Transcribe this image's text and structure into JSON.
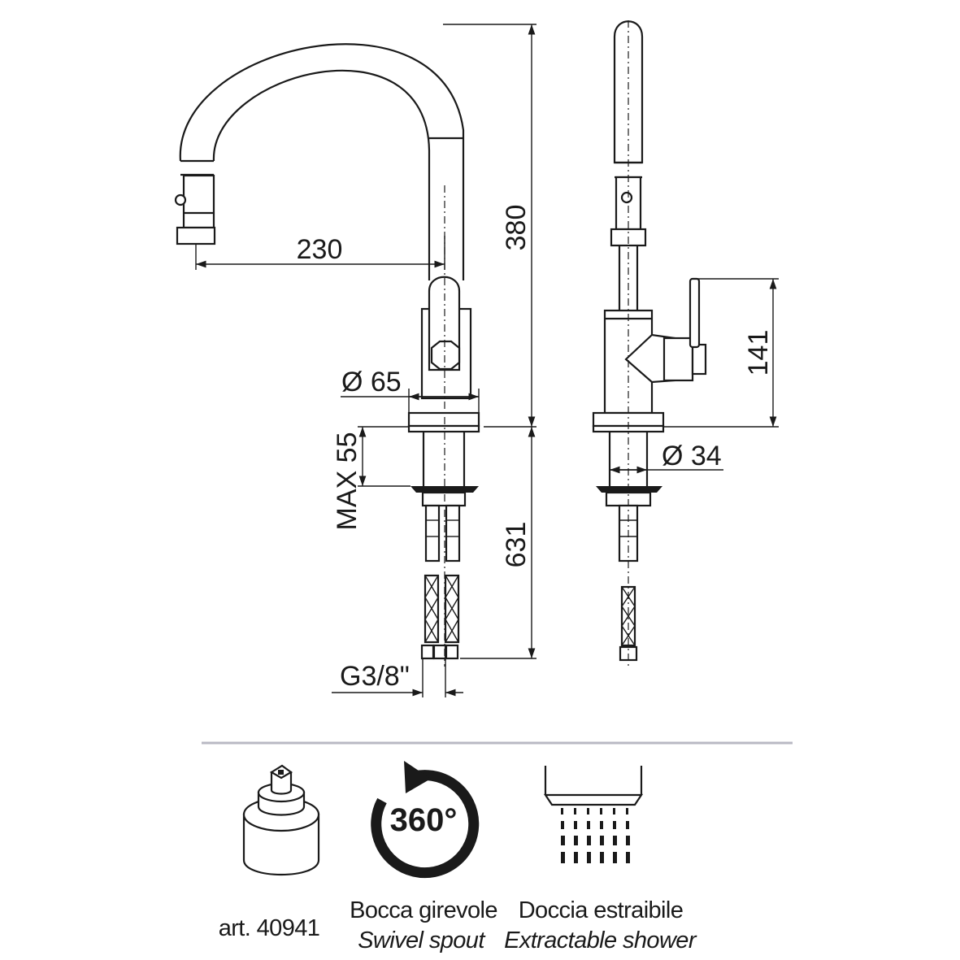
{
  "dimensions": {
    "spout_reach": "230",
    "total_height": "380",
    "base_diameter": "Ø 65",
    "max_deck": "MAX 55",
    "hose_length": "631",
    "lever_height": "141",
    "shank_diameter": "Ø 34",
    "connection": "G3/8\""
  },
  "features": {
    "cartridge": {
      "code": "art. 40941"
    },
    "swivel": {
      "angle": "360°",
      "label_it": "Bocca girevole",
      "label_en": "Swivel spout"
    },
    "shower": {
      "label_it": "Doccia estraibile",
      "label_en": "Extractable shower"
    }
  },
  "colors": {
    "line": "#1a1a1a",
    "divider": "#b9b9c3"
  }
}
